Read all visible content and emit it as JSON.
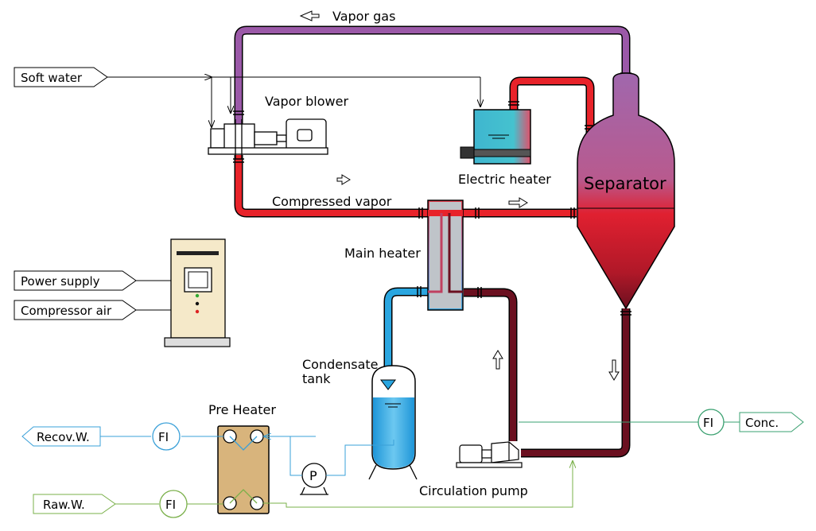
{
  "labels": {
    "vapor_gas": "Vapor gas",
    "vapor_blower": "Vapor blower",
    "electric_heater": "Electric heater",
    "separator": "Separator",
    "compressed_vapor": "Compressed vapor",
    "main_heater": "Main heater",
    "condensate_tank_line1": "Condensate",
    "condensate_tank_line2": "tank",
    "pre_heater": "Pre Heater",
    "circulation_pump": "Circulation pump",
    "pump_symbol": "P"
  },
  "inputs": {
    "soft_water": "Soft water",
    "power_supply": "Power supply",
    "compressor_air": "Compressor air",
    "raw_water": "Raw.W."
  },
  "outputs": {
    "recovered_water": "Recov.W.",
    "concentrate": "Conc."
  },
  "instruments": {
    "flow_indicator": "FI"
  },
  "colors": {
    "vapor_gas_line": "#9b59a8",
    "compressed_vapor_line": "#e8232a",
    "condensate_line": "#2aa6e0",
    "concentrate_line": "#6b1020",
    "recovered_water_line": "#3aa0d8",
    "raw_water_line": "#7ab04a",
    "conc_signal_line": "#3aa070",
    "pre_heater_fill": "#d8b47c",
    "control_panel_fill": "#f5e9c9"
  }
}
